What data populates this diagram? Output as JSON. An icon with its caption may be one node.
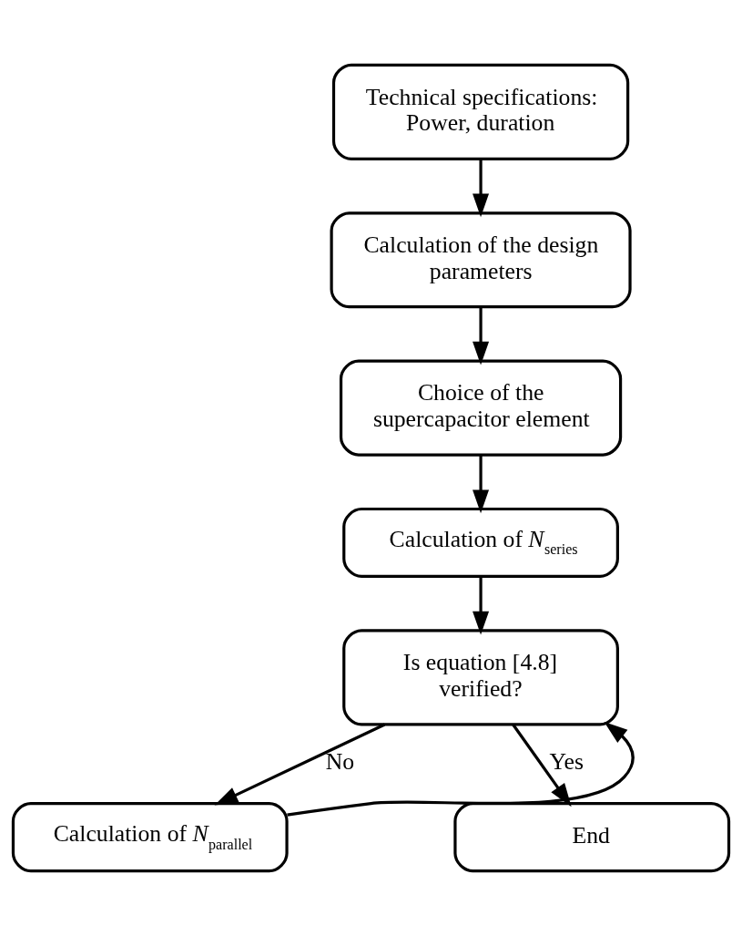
{
  "diagram": {
    "nodes": [
      {
        "text": [
          "Technical specifications: Power, duration"
        ]
      },
      {
        "text": [
          "Calculation of the design parameters"
        ]
      },
      {
        "text": [
          "Choice of the supercapacitor element"
        ]
      },
      {
        "text": [
          "Calculation of *N*$_{series}$"
        ]
      },
      {
        "text": [
          "Is equation [4.8] verified?"
        ]
      },
      {
        "text": [
          "Calculation of *N*$_{parallel}$"
        ]
      },
      {
        "text": [
          "End"
        ]
      }
    ],
    "edges": [
      {
        "from": 0,
        "to": 1,
        "arrow": "to"
      },
      {
        "from": 1,
        "to": 2,
        "arrow": "to"
      },
      {
        "from": 2,
        "to": 3,
        "arrow": "to"
      },
      {
        "from": 3,
        "to": 4,
        "arrow": "to"
      },
      {
        "from": 4,
        "to": 5,
        "label": "No",
        "arrow": "to"
      },
      {
        "from": 5,
        "to": 4,
        "arrow": "to"
      },
      {
        "from": 4,
        "to": 6,
        "label": "Yes",
        "arrow": "to"
      }
    ]
  }
}
